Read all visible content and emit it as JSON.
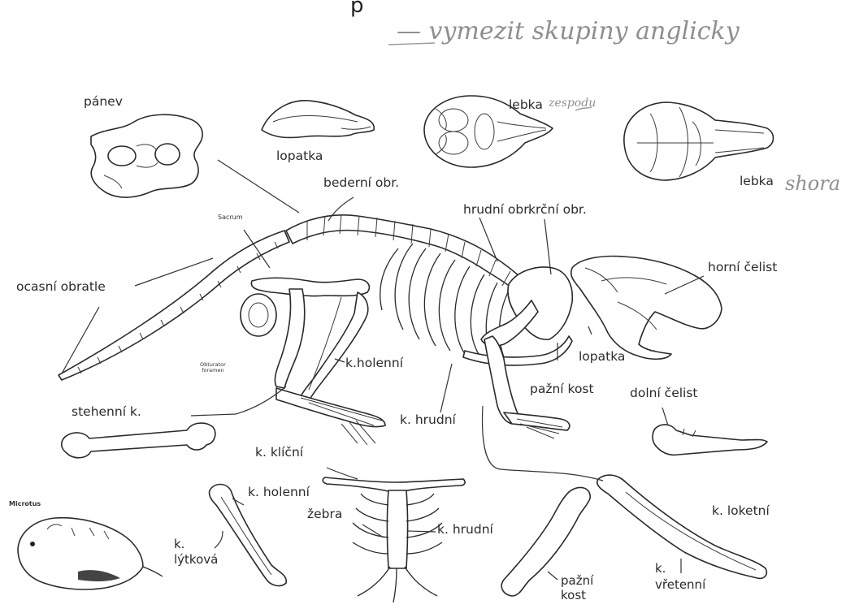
{
  "title_fragment": "p",
  "handwriting": {
    "top_note": "— vymezit skupiny anglicky",
    "beside_lebka": "zespodu",
    "shora": "shora"
  },
  "labels": {
    "panev": "pánev",
    "lopatka_top": "lopatka",
    "lebka_bottom": "lebka",
    "lebka_top": "lebka",
    "bederni": "bederní obr.",
    "hrudni_obr": "hrudní obr.",
    "krcni_obr": "krční obr.",
    "sacrum": "Sacrum",
    "ocasni": "ocasní obratle",
    "horni_celist": "horní čelist",
    "obturator": [
      "Obturator",
      "foramen"
    ],
    "holenni_main": "k.holenní",
    "lopatka_main": "lopatka",
    "pazni_kost_main": "pažní kost",
    "dolni_celist": "dolní čelist",
    "stehenni": "stehenní k.",
    "hrudni_main": "k. hrudní",
    "klicni": "k. klíční",
    "holenni_bottom": "k. holenní",
    "zebra": "žebra",
    "hrudni_bottom": "k. hrudní",
    "loketni": "k. loketní",
    "lytkova": [
      "k.",
      "lýtková"
    ],
    "pazni_bottom": [
      "pažní",
      "kost"
    ],
    "vretenni": [
      "k.",
      "vřetenní"
    ],
    "microtus": "Microtus"
  }
}
